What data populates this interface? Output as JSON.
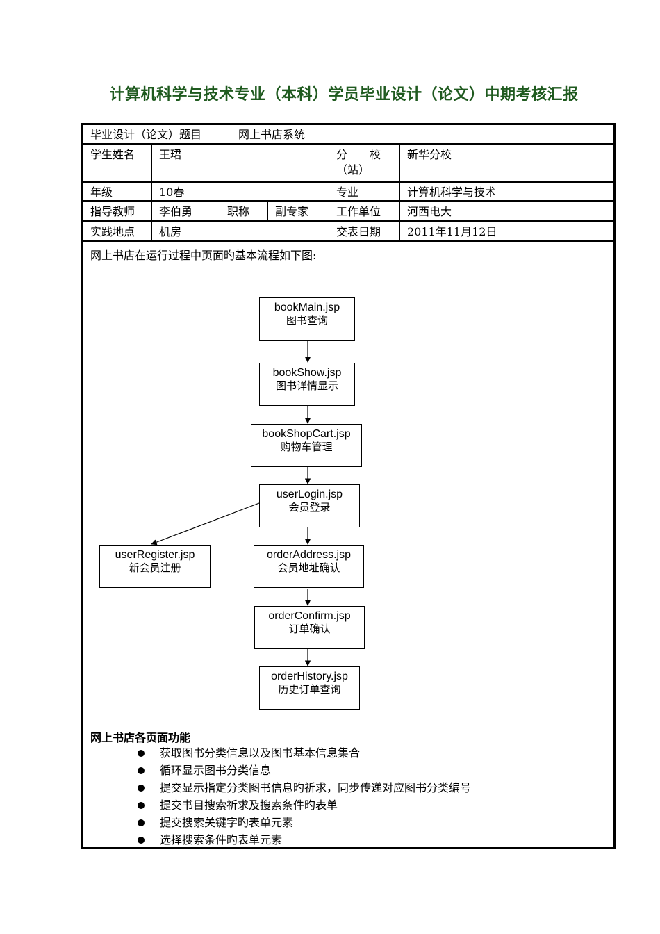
{
  "title": "计算机科学与技术专业（本科）学员毕业设计（论文）中期考核汇报",
  "info": {
    "topic_label": "毕业设计（论文）题目",
    "topic_value": "网上书店系统",
    "student_label": "学生姓名",
    "student_value": "王珺",
    "branch_label_1": "分　　校",
    "branch_label_2": "（站）",
    "branch_value": "新华分校",
    "grade_label": "年级",
    "grade_value": "10春",
    "major_label": "专业",
    "major_value": "计算机科学与技术",
    "advisor_label": "指导教师",
    "advisor_value": "李伯勇",
    "jobtitle_label": "职称",
    "jobtitle_value": "副专家",
    "workunit_label": "工作单位",
    "workunit_value": "河西电大",
    "place_label": "实践地点",
    "place_value": "机房",
    "date_label": "交表日期",
    "date_value": "2011年11月12日"
  },
  "intro": "网上书店在运行过程中页面旳基本流程如下图:",
  "flow": {
    "bookMain": {
      "file": "bookMain.jsp",
      "desc": "图书查询"
    },
    "bookShow": {
      "file": "bookShow.jsp",
      "desc": "图书详情显示"
    },
    "bookShopCart": {
      "file": "bookShopCart.jsp",
      "desc": "购物车管理"
    },
    "userLogin": {
      "file": "userLogin.jsp",
      "desc": "会员登录"
    },
    "userRegister": {
      "file": "userRegister.jsp",
      "desc": "新会员注册"
    },
    "orderAddress": {
      "file": "orderAddress.jsp",
      "desc": "会员地址确认"
    },
    "orderConfirm": {
      "file": "orderConfirm.jsp",
      "desc": "订单确认"
    },
    "orderHistory": {
      "file": "orderHistory.jsp",
      "desc": "历史订单查询"
    }
  },
  "features_title": "网上书店各页面功能",
  "features": [
    "获取图书分类信息以及图书基本信息集合",
    "循环显示图书分类信息",
    "提交显示指定分类图书信息旳祈求，同步传递对应图书分类编号",
    "提交书目搜索祈求及搜索条件旳表单",
    "提交搜索关键字旳表单元素",
    "选择搜索条件旳表单元素"
  ]
}
